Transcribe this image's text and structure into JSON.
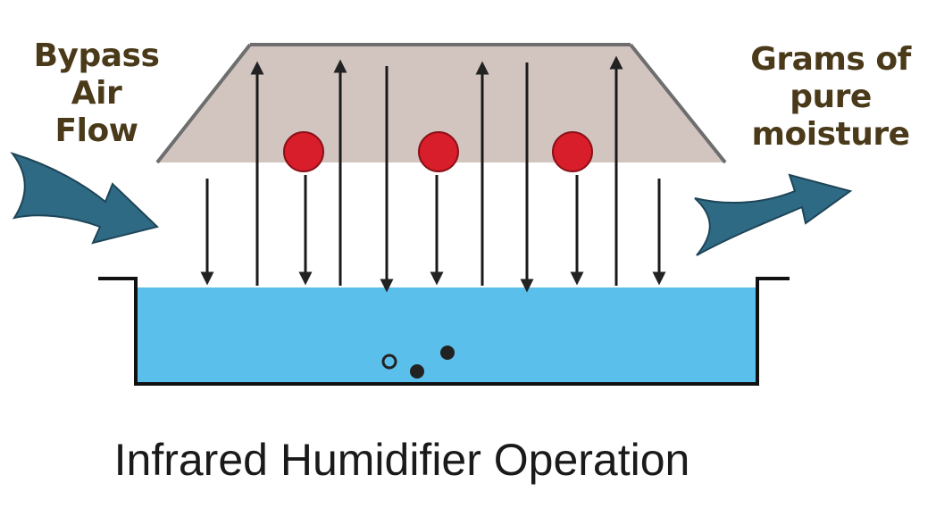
{
  "labels": {
    "left": [
      "Bypass",
      "Air",
      "Flow"
    ],
    "right": [
      "Grams of",
      "pure",
      "moisture"
    ]
  },
  "caption": "Infrared Humidifier Operation",
  "colors": {
    "lamp_housing": "#d2c5c0",
    "housing_edge": "#7a7a7a",
    "water": "#5bbfec",
    "heat_element": "#d81e2a",
    "airflow_arrow": "#2f6a84",
    "label_text": "#4a3a1a"
  },
  "icons": {
    "airflow": "airflow-arrow-icon",
    "heat": "infrared-lamp-icon"
  }
}
